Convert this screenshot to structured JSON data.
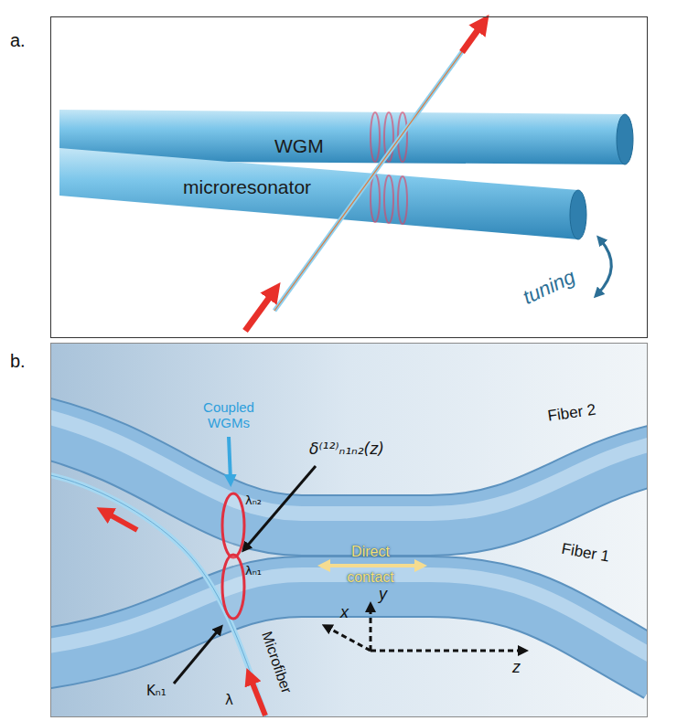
{
  "diagram": {
    "nodes": [
      {
        "text": [
          "a."
        ]
      },
      {
        "text": [
          "b."
        ]
      }
    ],
    "labels": [
      "WGM",
      "microresonator",
      "tuning",
      "Coupled WGMs",
      "δ⁽¹²⁾ₙ₁ₙ₂(z)",
      "Fiber 2",
      "Fiber 1",
      "Direct contact",
      "λₙ₂",
      "λₙ₁",
      "Kₙ₁",
      "λ",
      "Microfiber",
      "x",
      "y",
      "z"
    ]
  }
}
